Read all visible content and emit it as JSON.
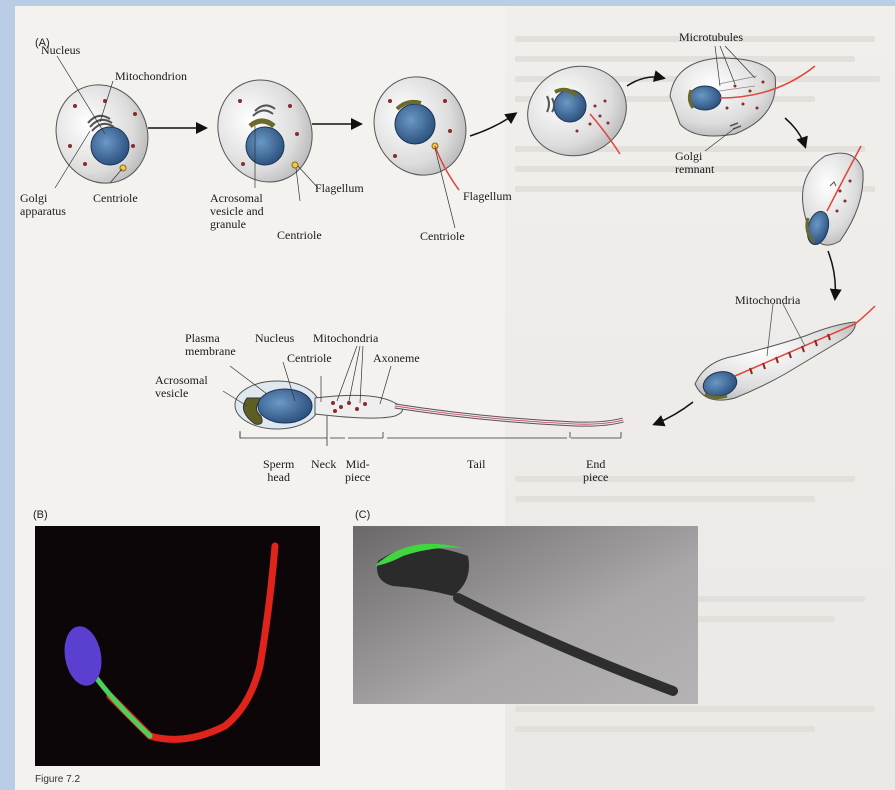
{
  "panel_labels": {
    "a": "(A)",
    "b": "(B)",
    "c": "(C)"
  },
  "labels": {
    "nucleus_1": "Nucleus",
    "mitochondrion": "Mitochondrion",
    "golgi": "Golgi\napparatus",
    "centriole_1": "Centriole",
    "acrosomal_vesicle_granule": "Acrosomal\nvesicle and\ngranule",
    "flagellum_1": "Flagellum",
    "centriole_2": "Centriole",
    "flagellum_2": "Flagellum",
    "centriole_3": "Centriole",
    "microtubules": "Microtubules",
    "golgi_remnant": "Golgi\nremnant",
    "mitochondria_1": "Mitochondria",
    "plasma_membrane": "Plasma\nmembrane",
    "nucleus_2": "Nucleus",
    "mitochondria_2": "Mitochondria",
    "centriole_4": "Centriole",
    "axoneme": "Axoneme",
    "acrosomal_vesicle": "Acrosomal\nvesicle",
    "sperm_head": "Sperm\nhead",
    "neck": "Neck",
    "midpiece": "Mid-\npiece",
    "tail": "Tail",
    "end_piece": "End\npiece"
  },
  "figure_caption": "Figure 7.2",
  "colors": {
    "nucleus": "#3c6ea2",
    "cell": "#e2e2e2",
    "flagellum": "#e0443a",
    "acrosome": "#6b6a2a",
    "mitochondria": "#8a2a2a",
    "stain_nucleus": "#5a3fd0",
    "stain_midpiece": "#4bd05a",
    "stain_tail": "#e0241c",
    "acrosome_stain": "#3fd63f"
  }
}
